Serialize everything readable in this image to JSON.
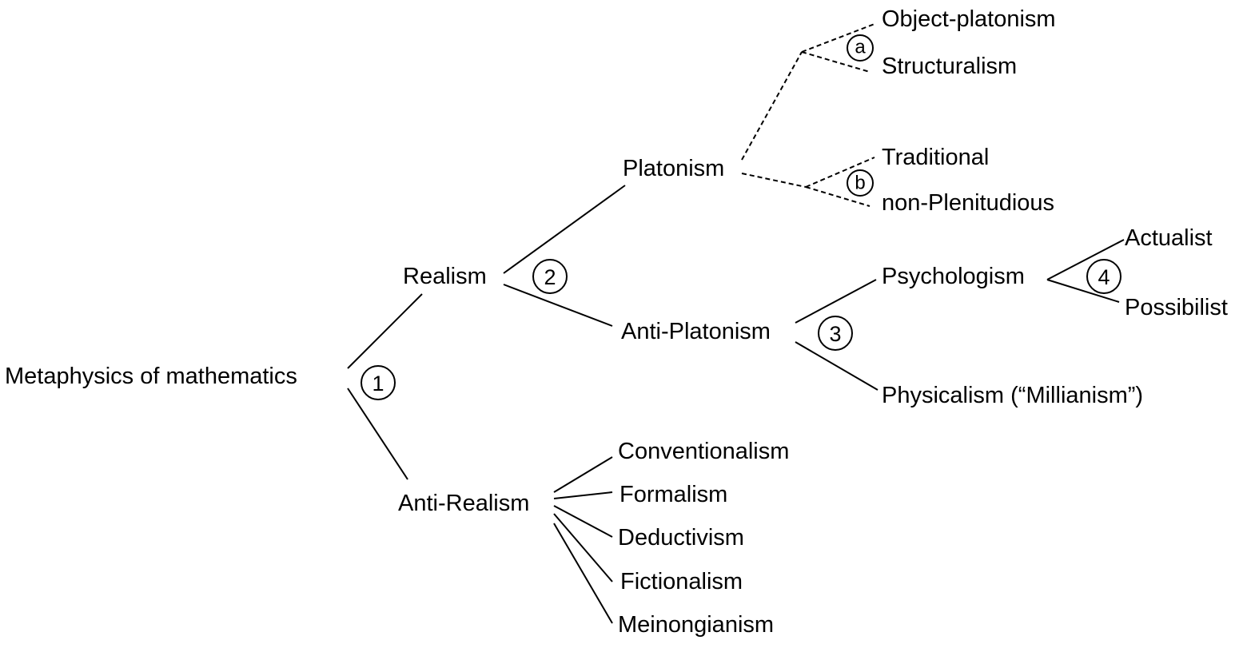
{
  "nodes": {
    "root": "Metaphysics of mathematics",
    "realism": "Realism",
    "anti_realism": "Anti-Realism",
    "platonism": "Platonism",
    "anti_platonism": "Anti-Platonism",
    "object_platonism": "Object-platonism",
    "structuralism": "Structuralism",
    "traditional": "Traditional",
    "non_plenitudious": "non-Plenitudious",
    "psychologism": "Psychologism",
    "physicalism": "Physicalism (“Millianism”)",
    "actualist": "Actualist",
    "possibilist": "Possibilist",
    "conventionalism": "Conventionalism",
    "formalism": "Formalism",
    "deductivism": "Deductivism",
    "fictionalism": "Fictionalism",
    "meinongianism": "Meinongianism"
  },
  "markers": {
    "m1": "1",
    "m2": "2",
    "m3": "3",
    "m4": "4",
    "ma": "a",
    "mb": "b"
  },
  "colors": {
    "line": "#000000",
    "text": "#000000",
    "background": "#ffffff"
  }
}
